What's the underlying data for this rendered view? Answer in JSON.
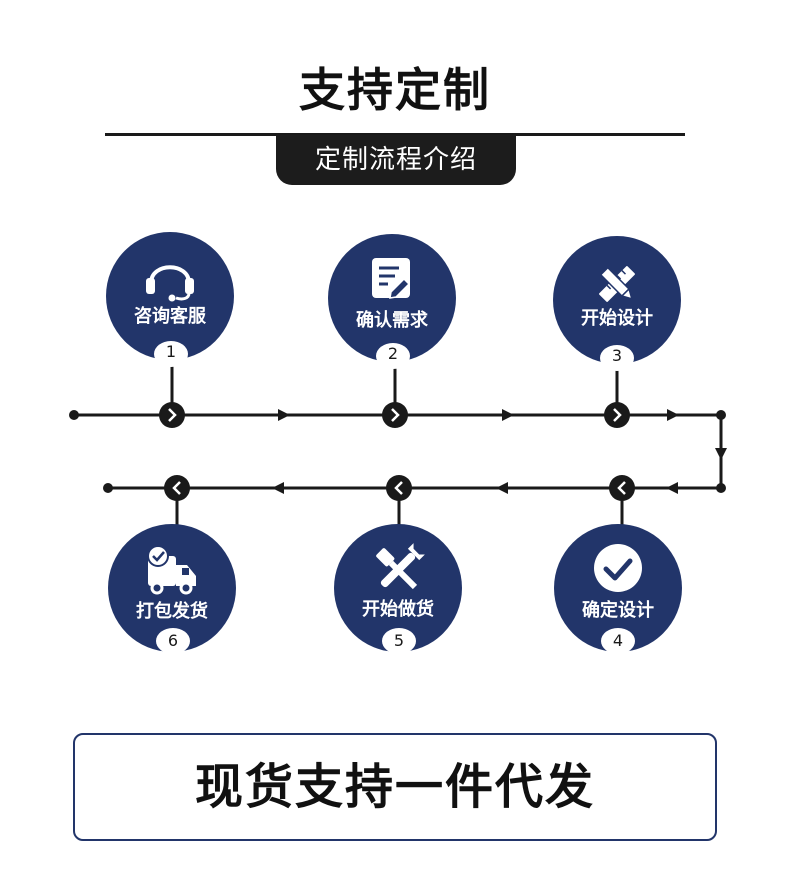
{
  "title": "支持定制",
  "subtitle": "定制流程介绍",
  "colors": {
    "circle": "#22356a",
    "line": "#1a1a1a",
    "footer_border": "#22356a"
  },
  "steps": [
    {
      "number": "1",
      "label": "咨询客服",
      "icon": "headset-icon"
    },
    {
      "number": "2",
      "label": "确认需求",
      "icon": "document-edit-icon"
    },
    {
      "number": "3",
      "label": "开始设计",
      "icon": "ruler-pencil-icon"
    },
    {
      "number": "4",
      "label": "确定设计",
      "icon": "checkmark-icon"
    },
    {
      "number": "5",
      "label": "开始做货",
      "icon": "wrench-screwdriver-icon"
    },
    {
      "number": "6",
      "label": "打包发货",
      "icon": "delivery-truck-icon"
    }
  ],
  "footer": "现货支持一件代发"
}
